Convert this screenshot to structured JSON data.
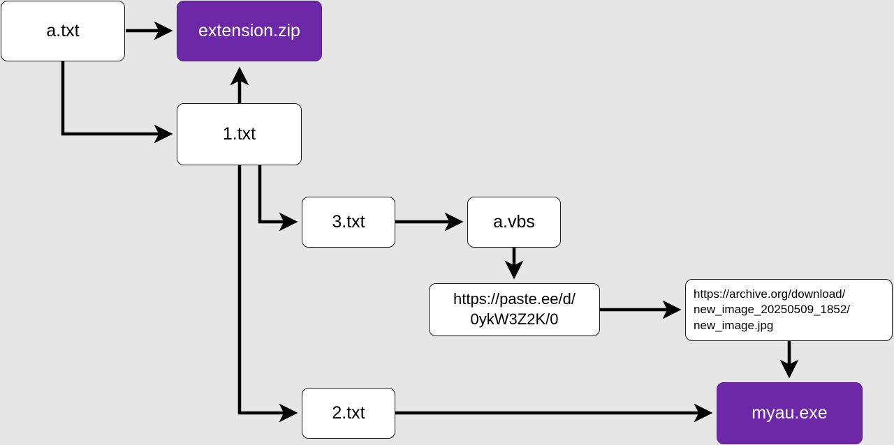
{
  "diagram": {
    "nodes": [
      {
        "id": "atxt",
        "label": "a.txt",
        "fill": "#ffffff",
        "text_color": "#000000"
      },
      {
        "id": "ext",
        "label": "extension.zip",
        "fill": "#6d28a8",
        "text_color": "#ffffff"
      },
      {
        "id": "1txt",
        "label": "1.txt",
        "fill": "#ffffff",
        "text_color": "#000000"
      },
      {
        "id": "3txt",
        "label": "3.txt",
        "fill": "#ffffff",
        "text_color": "#000000"
      },
      {
        "id": "avbs",
        "label": "a.vbs",
        "fill": "#ffffff",
        "text_color": "#000000"
      },
      {
        "id": "paste",
        "label": "https://paste.ee/d/\n0ykW3Z2K/0",
        "fill": "#ffffff",
        "text_color": "#000000"
      },
      {
        "id": "arch",
        "label": "https://archive.org/download/\nnew_image_20250509_1852/\nnew_image.jpg",
        "fill": "#ffffff",
        "text_color": "#000000"
      },
      {
        "id": "2txt",
        "label": "2.txt",
        "fill": "#ffffff",
        "text_color": "#000000"
      },
      {
        "id": "myau",
        "label": "myau.exe",
        "fill": "#6d28a8",
        "text_color": "#ffffff"
      }
    ],
    "edges": [
      {
        "from": "atxt",
        "to": "ext"
      },
      {
        "from": "atxt",
        "to": "1txt"
      },
      {
        "from": "1txt",
        "to": "ext"
      },
      {
        "from": "1txt",
        "to": "3txt"
      },
      {
        "from": "1txt",
        "to": "2txt"
      },
      {
        "from": "3txt",
        "to": "avbs"
      },
      {
        "from": "avbs",
        "to": "paste"
      },
      {
        "from": "paste",
        "to": "arch"
      },
      {
        "from": "arch",
        "to": "myau"
      },
      {
        "from": "2txt",
        "to": "myau"
      }
    ],
    "colors": {
      "background": "#e6e6e6",
      "highlight": "#6d28a8",
      "edge": "#000000"
    }
  }
}
